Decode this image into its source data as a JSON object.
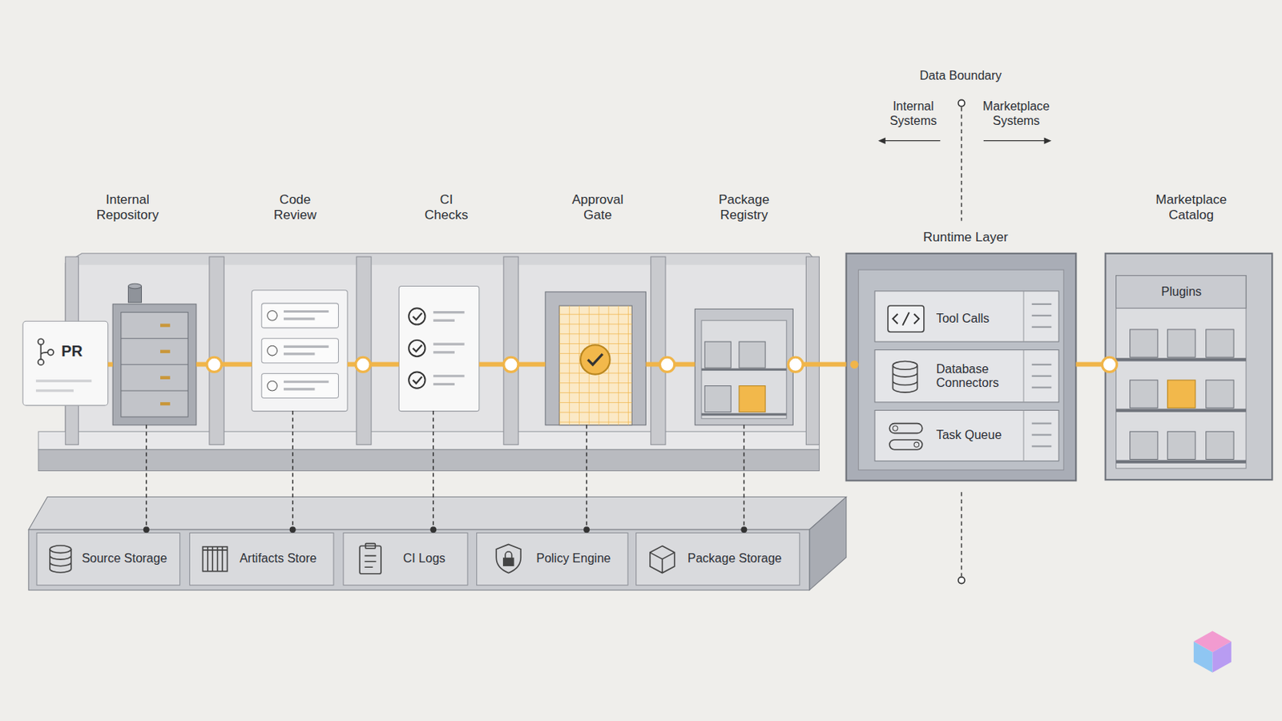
{
  "diagram": {
    "nodes": [
      {
        "text": [
          "PR"
        ]
      },
      {
        "text": [
          "Internal Repository"
        ]
      },
      {
        "text": [
          "Code Review"
        ]
      },
      {
        "text": [
          "CI Checks"
        ]
      },
      {
        "text": [
          "Approval Gate"
        ]
      },
      {
        "text": [
          "Package Registry"
        ]
      },
      {
        "text": [
          "Runtime Layer"
        ]
      },
      {
        "text": [
          "Tool Calls"
        ],
        "in": 6
      },
      {
        "text": [
          "Database Connectors"
        ],
        "in": 6
      },
      {
        "text": [
          "Task Queue"
        ],
        "in": 6
      },
      {
        "text": [
          "Marketplace Catalog"
        ]
      },
      {
        "text": [
          "Plugins"
        ],
        "in": 10
      },
      {
        "text": [
          "Source Storage"
        ]
      },
      {
        "text": [
          "Artifacts Store"
        ]
      },
      {
        "text": [
          "CI Logs"
        ]
      },
      {
        "text": [
          "Policy Engine"
        ]
      },
      {
        "text": [
          "Package Storage"
        ]
      }
    ],
    "edges": [
      {
        "from": 0,
        "to": 1,
        "arrow": "none"
      },
      {
        "from": 1,
        "to": 2,
        "arrow": "none"
      },
      {
        "from": 2,
        "to": 3,
        "arrow": "none"
      },
      {
        "from": 3,
        "to": 4,
        "arrow": "none"
      },
      {
        "from": 4,
        "to": 5,
        "arrow": "none"
      },
      {
        "from": 5,
        "to": 6,
        "arrow": "none"
      },
      {
        "from": 6,
        "to": 10,
        "arrow": "none"
      },
      {
        "from": 1,
        "to": 12,
        "arrow": "none"
      },
      {
        "from": 2,
        "to": 13,
        "arrow": "none"
      },
      {
        "from": 3,
        "to": 14,
        "arrow": "none"
      },
      {
        "from": 4,
        "to": 15,
        "arrow": "none"
      },
      {
        "from": 5,
        "to": 16,
        "arrow": "none"
      }
    ],
    "labels": [
      "Data Boundary",
      "Internal Systems",
      "Marketplace Systems"
    ]
  }
}
